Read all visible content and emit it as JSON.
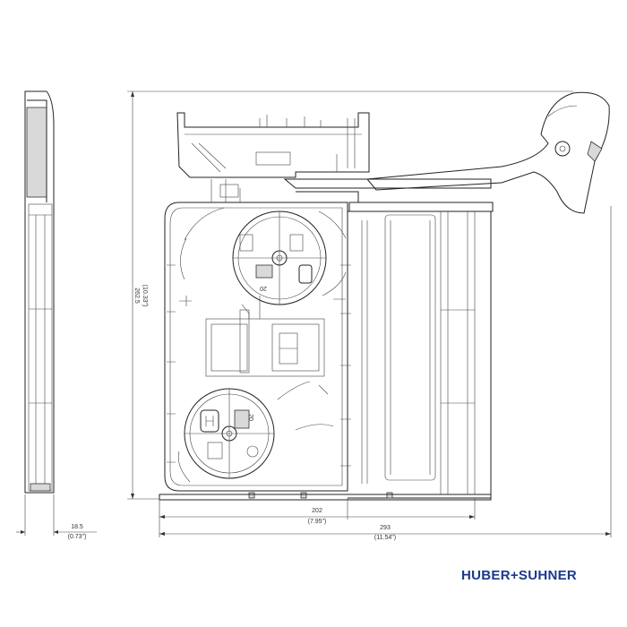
{
  "dimensions": {
    "height_mm": "262.5",
    "height_in": "(10.33\")",
    "depth_mm": "18.5",
    "depth_in": "(0.73\")",
    "inner_width_mm": "202",
    "inner_width_in": "(7.95\")",
    "total_width_mm": "293",
    "total_width_in": "(11.54\")"
  },
  "brand": {
    "logo_text": "HUBER+SUHNER",
    "color": "#1b3a8c"
  },
  "part_labels": {
    "upper_tray_number": "20",
    "lower_tray_number": "20"
  }
}
